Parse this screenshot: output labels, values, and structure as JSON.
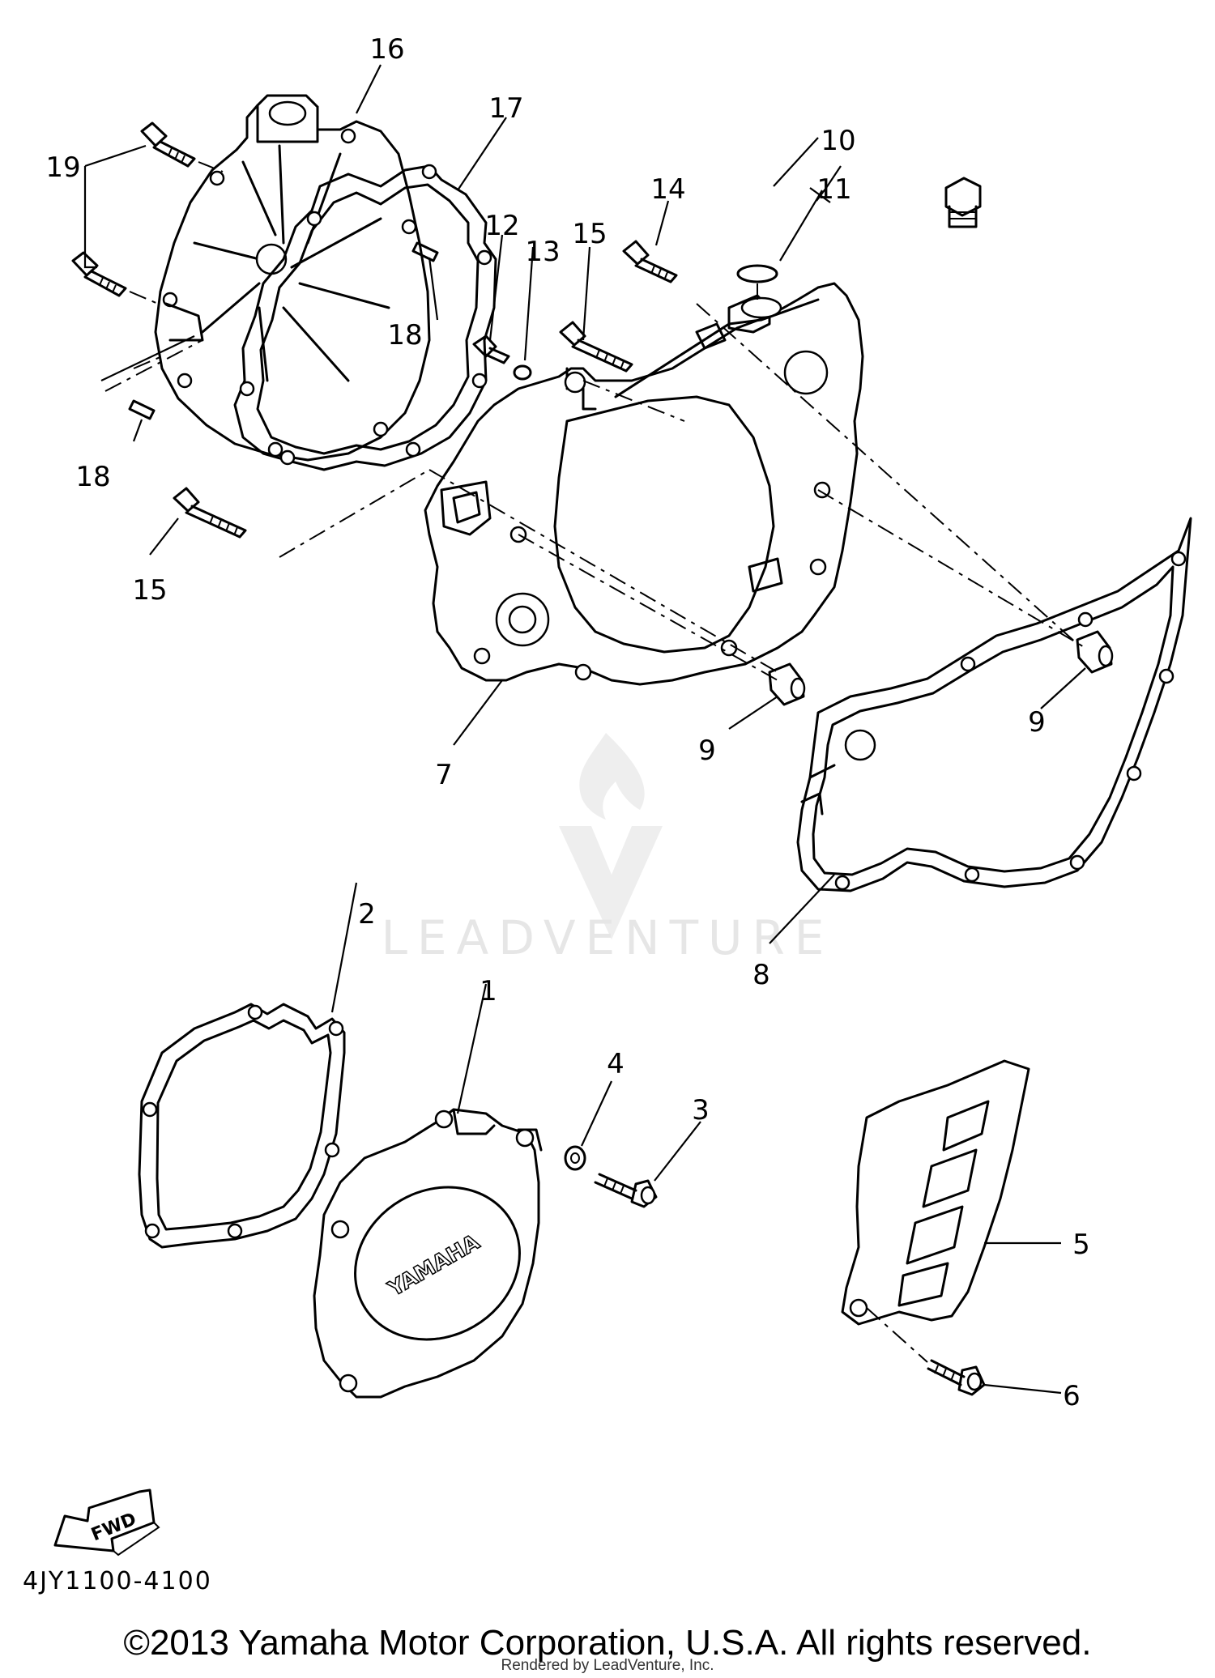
{
  "callouts": {
    "c1": "1",
    "c2": "2",
    "c3": "3",
    "c4": "4",
    "c5": "5",
    "c6": "6",
    "c7": "7",
    "c8": "8",
    "c9a": "9",
    "c9b": "9",
    "c10": "10",
    "c11": "11",
    "c12": "12",
    "c13": "13",
    "c14": "14",
    "c15a": "15",
    "c15b": "15",
    "c16": "16",
    "c17": "17",
    "c18a": "18",
    "c18b": "18",
    "c19": "19"
  },
  "cover_logo": "YAMAHA",
  "fwd_arrow": "FWD",
  "watermark": "LEADVENTURE",
  "part_code": "4JY1100-4100",
  "copyright": "©2013 Yamaha Motor Corporation, U.S.A. All rights reserved.",
  "rendered_by": "Rendered by LeadVenture, Inc."
}
